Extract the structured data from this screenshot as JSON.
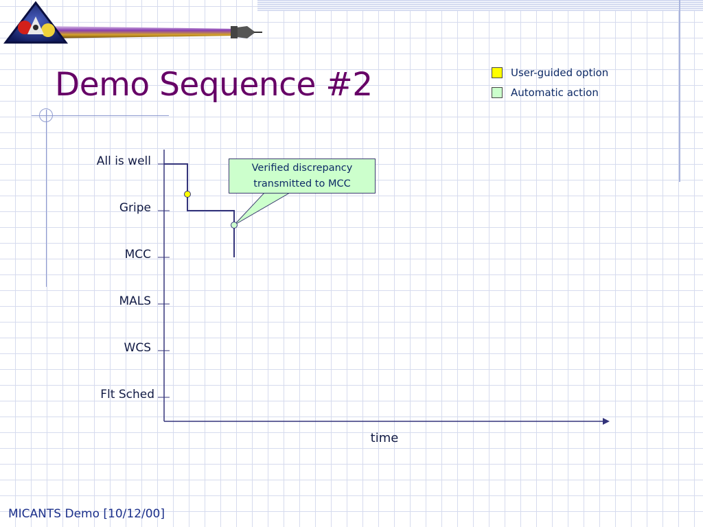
{
  "slide": {
    "title": "Demo Sequence #2",
    "footer": "MICANTS Demo [10/12/00]"
  },
  "legend": [
    {
      "label": "User-guided option",
      "color": "#ffff00"
    },
    {
      "label": "Automatic action",
      "color": "#ccffcc"
    }
  ],
  "callout": {
    "line1": "Verified discrepancy",
    "line2": "transmitted to MCC",
    "color": "#ccffcc"
  },
  "axis": {
    "levels": [
      "All is well",
      "Gripe",
      "MCC",
      "MALS",
      "WCS",
      "Flt Sched"
    ],
    "x_label": "time"
  },
  "colors": {
    "title": "#660066",
    "line": "#33337a",
    "user_point": "#ffff00",
    "auto_point": "#ccffcc"
  }
}
